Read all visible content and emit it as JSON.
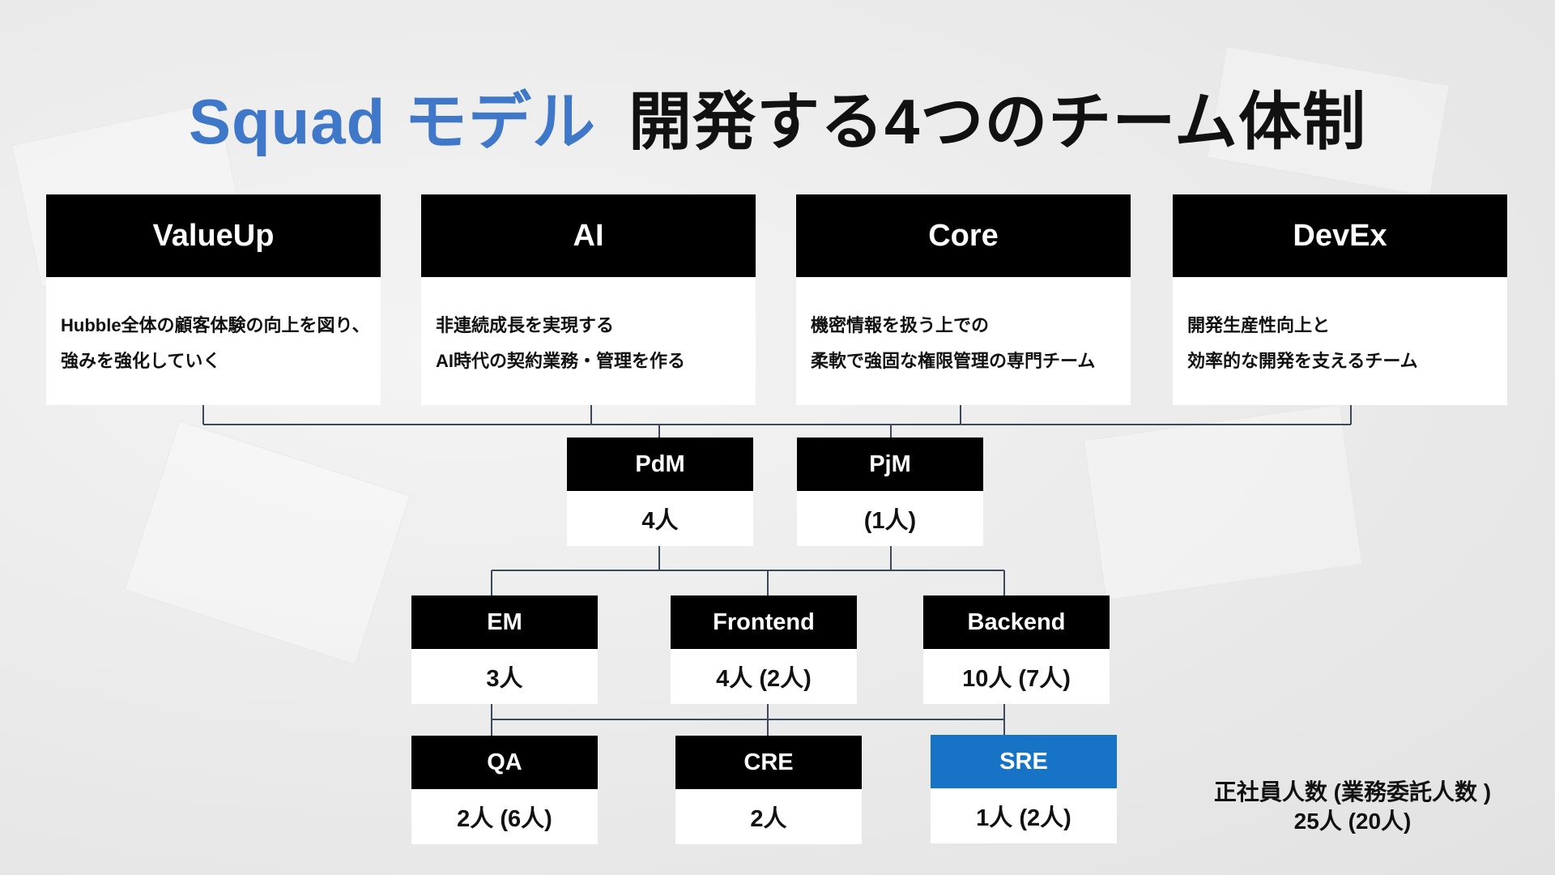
{
  "title": {
    "accent": "Squad モデル",
    "main": "開発する4つのチーム体制"
  },
  "teams": [
    {
      "name": "ValueUp",
      "desc": [
        "Hubble全体の顧客体験の向上を図り、",
        "強みを強化していく"
      ]
    },
    {
      "name": "AI",
      "desc": [
        "非連続成長を実現する",
        "AI時代の契約業務・管理を作る"
      ]
    },
    {
      "name": "Core",
      "desc": [
        "機密情報を扱う上での",
        "柔軟で強固な権限管理の専門チーム"
      ]
    },
    {
      "name": "DevEx",
      "desc": [
        "開発生産性向上と",
        "効率的な開発を支えるチーム"
      ]
    }
  ],
  "roles": {
    "pdm": {
      "name": "PdM",
      "count": "4人"
    },
    "pjm": {
      "name": "PjM",
      "count": "(1人)"
    },
    "em": {
      "name": "EM",
      "count": "3人"
    },
    "frontend": {
      "name": "Frontend",
      "count": "4人 (2人)"
    },
    "backend": {
      "name": "Backend",
      "count": "10人 (7人)"
    },
    "qa": {
      "name": "QA",
      "count": "2人 (6人)"
    },
    "cre": {
      "name": "CRE",
      "count": "2人"
    },
    "sre": {
      "name": "SRE",
      "count": "1人 (2人)"
    }
  },
  "total": {
    "label": "正社員人数 (業務委託人数 )",
    "value": "25人 (20人)"
  },
  "colors": {
    "accent": "#3f78c9",
    "sre": "#1673c5",
    "connector": "#3a4a5c"
  }
}
